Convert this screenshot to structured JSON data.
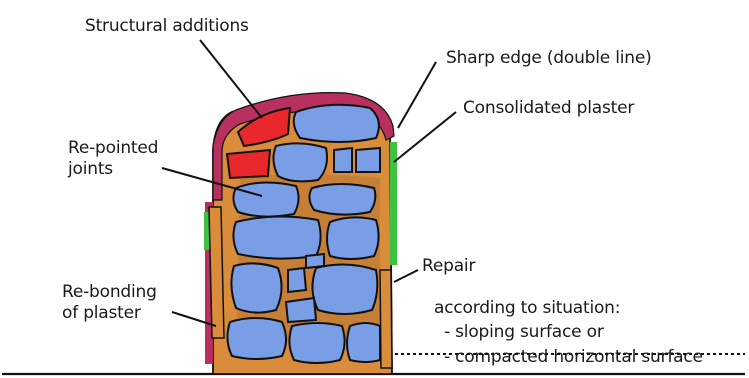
{
  "labels": {
    "structural_additions": "Structural additions",
    "sharp_edge": "Sharp edge (double line)",
    "consolidated_plaster": "Consolidated plaster",
    "re_pointed_joints": [
      "Re-pointed",
      "joints"
    ],
    "repair": "Repair",
    "re_bonding": [
      "Re-bonding",
      "of plaster"
    ],
    "situation": "according to situation:",
    "sloping": "- sloping surface or",
    "compacted": "- compacted horizontal surface"
  },
  "colors": {
    "stone": "#7a9ee6",
    "mortar": "#d98c3a",
    "plaster_cap": "#b8305f",
    "addition": "#e8282c",
    "consolidated": "#3fc23f",
    "outline": "#111111"
  }
}
